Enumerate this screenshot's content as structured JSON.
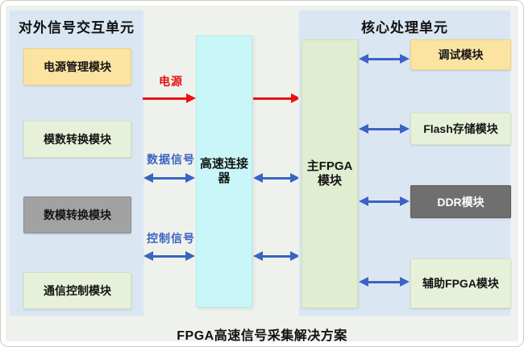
{
  "caption": "FPGA高速信号采集解决方案",
  "colors": {
    "canvas_bg": "#eff2ec",
    "panel_bg": "#dbe6f3",
    "module_yellow": "#fbe3a1",
    "module_green": "#e7f1da",
    "module_gray": "#a2a2a2",
    "module_dark": "#6f6f6f",
    "connector_bg": "#c9f6f8",
    "fpga_bg": "#e0edd0",
    "arrow_blue": "#3a63c4",
    "arrow_red": "#ee1010",
    "label_red": "#e8100e",
    "label_blue": "#3a63c4"
  },
  "left_panel": {
    "title": "对外信号交互单元",
    "modules": [
      {
        "label": "电源管理模块",
        "variant": "yellow"
      },
      {
        "label": "模数转换模块",
        "variant": "green"
      },
      {
        "label": "数模转换模块",
        "variant": "gray"
      },
      {
        "label": "通信控制模块",
        "variant": "green"
      }
    ]
  },
  "connector": {
    "label": "高速连接器"
  },
  "right_panel": {
    "title": "核心处理单元",
    "fpga": {
      "label": "主FPGA模块"
    },
    "modules": [
      {
        "label": "调试模块",
        "variant": "yellow"
      },
      {
        "label": "Flash存储模块",
        "variant": "green"
      },
      {
        "label": "DDR模块",
        "variant": "dark"
      },
      {
        "label": "辅助FPGA模块",
        "variant": "green"
      }
    ]
  },
  "signals": {
    "power": {
      "label": "电源",
      "direction": "left-to-right"
    },
    "data": {
      "label": "数据信号",
      "direction": "bidirectional"
    },
    "control": {
      "label": "控制信号",
      "direction": "bidirectional"
    }
  }
}
